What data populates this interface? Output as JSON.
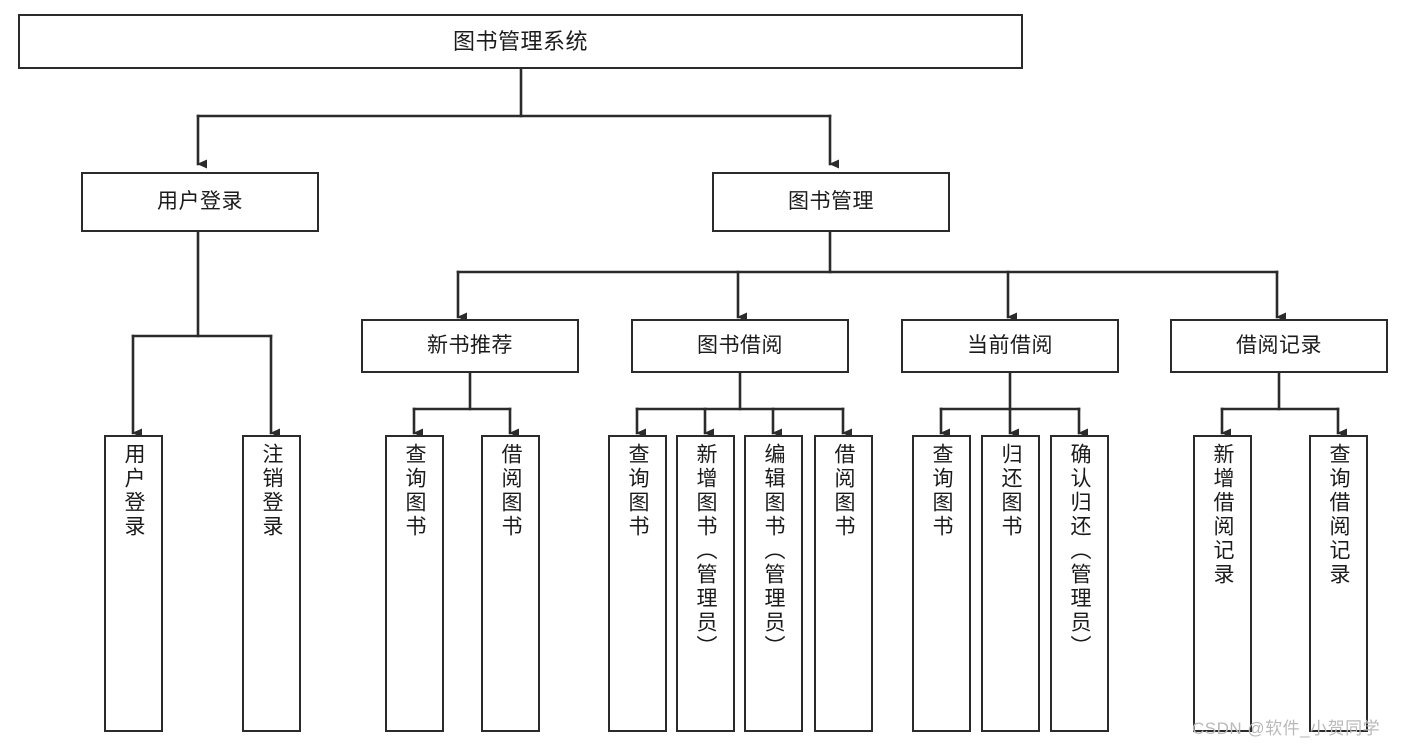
{
  "diagram": {
    "title": "图书管理系统",
    "type": "tree-hierarchy",
    "watermark": "CSDN @软件_小贺同学",
    "colors": {
      "stroke": "#2b2b2b",
      "fill": "#ffffff",
      "text": "#1b1b1b",
      "watermark": "#b9b9b9"
    },
    "nodes": {
      "root": {
        "label": "图书管理系统"
      },
      "level1": [
        {
          "id": "user-login",
          "label": "用户登录"
        },
        {
          "id": "book-manage",
          "label": "图书管理"
        }
      ],
      "level2": [
        {
          "id": "new-book-rec",
          "label": "新书推荐"
        },
        {
          "id": "book-borrow",
          "label": "图书借阅"
        },
        {
          "id": "current-borrow",
          "label": "当前借阅"
        },
        {
          "id": "borrow-record",
          "label": "借阅记录"
        }
      ],
      "leaves": [
        {
          "id": "leaf-user-login",
          "label": "用户登录",
          "parent": "user-login"
        },
        {
          "id": "leaf-logout",
          "label": "注销登录",
          "parent": "user-login"
        },
        {
          "id": "leaf-query-book-1",
          "label": "查询图书",
          "parent": "new-book-rec"
        },
        {
          "id": "leaf-borrow-book-1",
          "label": "借阅图书",
          "parent": "new-book-rec"
        },
        {
          "id": "leaf-query-book-2",
          "label": "查询图书",
          "parent": "book-borrow"
        },
        {
          "id": "leaf-add-book",
          "label": "新增图书（管理员）",
          "parent": "book-borrow"
        },
        {
          "id": "leaf-edit-book",
          "label": "编辑图书（管理员）",
          "parent": "book-borrow"
        },
        {
          "id": "leaf-borrow-book-2",
          "label": "借阅图书",
          "parent": "book-borrow"
        },
        {
          "id": "leaf-query-book-3",
          "label": "查询图书",
          "parent": "current-borrow"
        },
        {
          "id": "leaf-return-book",
          "label": "归还图书",
          "parent": "current-borrow"
        },
        {
          "id": "leaf-confirm-return",
          "label": "确认归还（管理员）",
          "parent": "current-borrow"
        },
        {
          "id": "leaf-add-record",
          "label": "新增借阅记录",
          "parent": "borrow-record"
        },
        {
          "id": "leaf-query-record",
          "label": "查询借阅记录",
          "parent": "borrow-record"
        }
      ]
    }
  }
}
